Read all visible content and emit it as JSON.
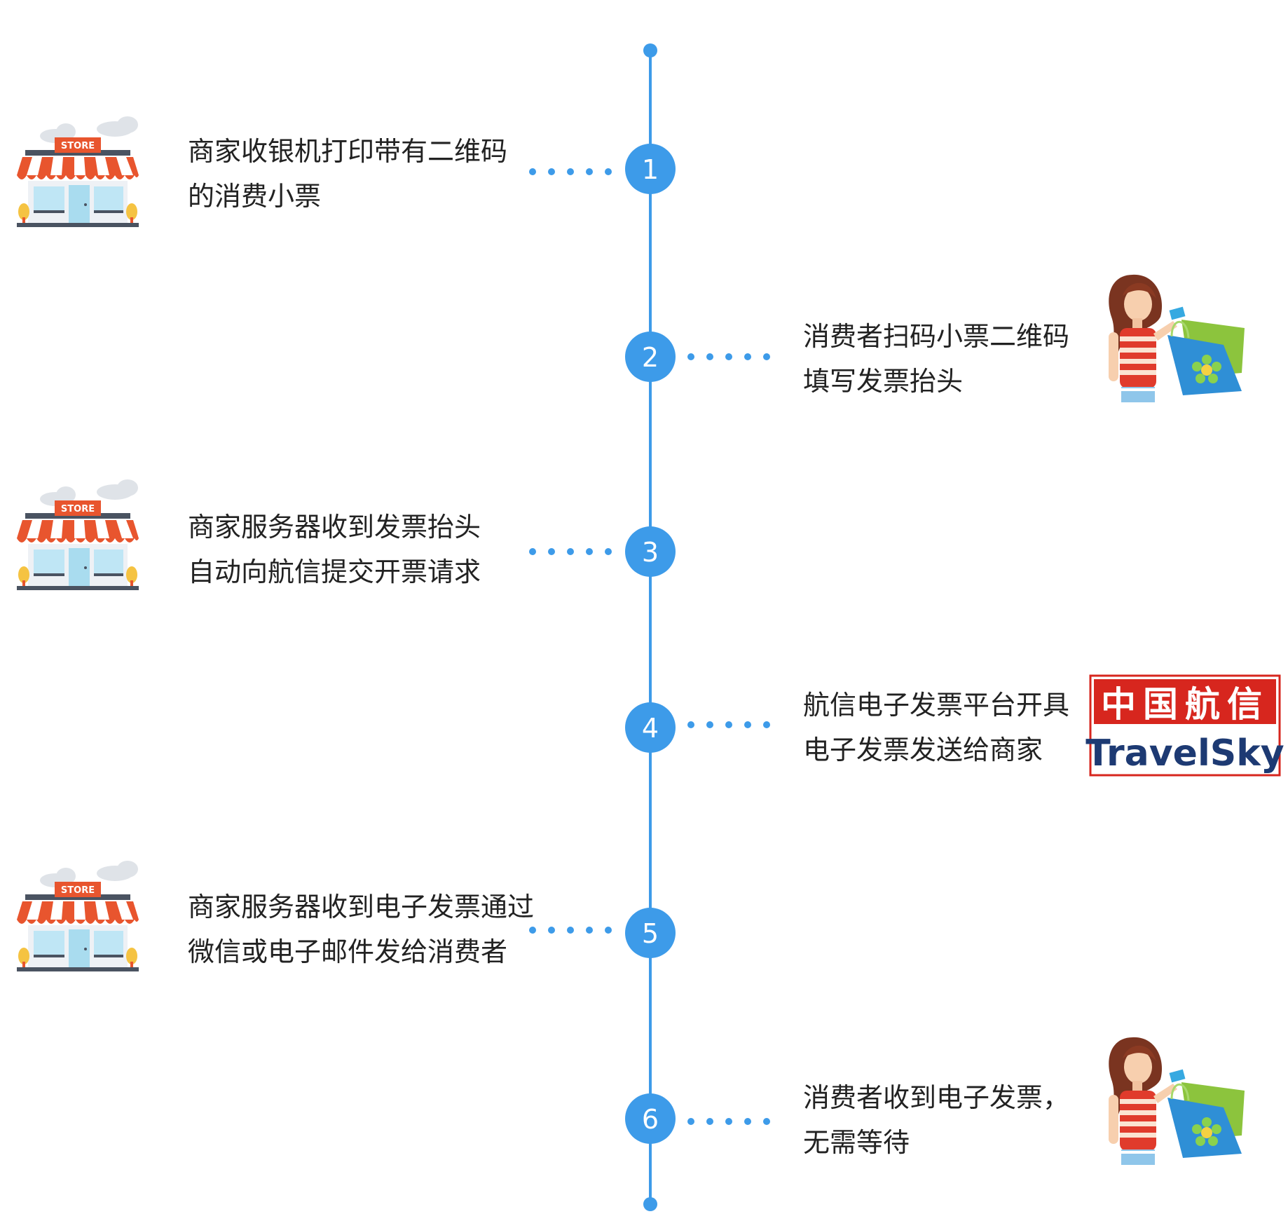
{
  "colors": {
    "accent": "#3d9be9",
    "text": "#222222",
    "store_awning_red": "#e8552e",
    "store_wall": "#eef1f5",
    "store_window": "#bfe6f5",
    "store_dark": "#4a5361",
    "logo_red": "#d7261e",
    "logo_navy": "#1d3a73"
  },
  "store_icon": {
    "sign_text": "STORE",
    "icon": "storefront-icon"
  },
  "shopper_icon": {
    "icon": "shopping-woman-icon"
  },
  "steps": [
    {
      "number": "1",
      "side": "left",
      "actor": "store",
      "lines": [
        "商家收银机打印带有二维码",
        "的消费小票"
      ]
    },
    {
      "number": "2",
      "side": "right",
      "actor": "shopper",
      "lines": [
        "消费者扫码小票二维码",
        "填写发票抬头"
      ]
    },
    {
      "number": "3",
      "side": "left",
      "actor": "store",
      "lines": [
        "商家服务器收到发票抬头",
        "自动向航信提交开票请求"
      ]
    },
    {
      "number": "4",
      "side": "right",
      "actor": "logo",
      "lines": [
        "航信电子发票平台开具",
        "电子发票发送给商家"
      ]
    },
    {
      "number": "5",
      "side": "left",
      "actor": "store",
      "lines": [
        "商家服务器收到电子发票通过",
        "微信或电子邮件发给消费者"
      ]
    },
    {
      "number": "6",
      "side": "right",
      "actor": "shopper",
      "lines": [
        "消费者收到电子发票，",
        "无需等待"
      ]
    }
  ],
  "logo": {
    "cn_text": "中国航信",
    "en_text": "TravelSky"
  }
}
